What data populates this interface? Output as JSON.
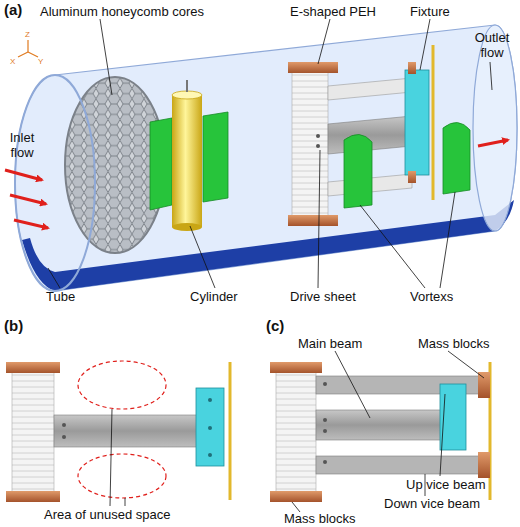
{
  "diagram": {
    "labels": [
      "(a)",
      "Aluminum honeycomb cores",
      "E-shaped PEH",
      "Fixture",
      "Z",
      "X",
      "Y",
      "Outlet flow",
      "Inlet flow",
      "Tube",
      "Cylinder",
      "Drive sheet",
      "Vortexs",
      "(b)",
      "(c)",
      "Main beam",
      "Mass blocks",
      "Area of unused space",
      "Up vice beam",
      "Down vice beam",
      "Mass blocks"
    ]
  }
}
